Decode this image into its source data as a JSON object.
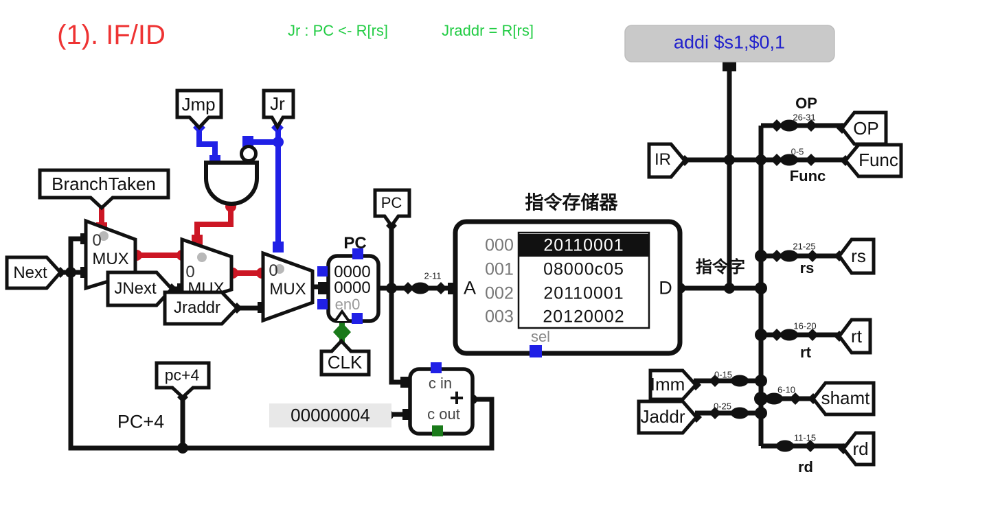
{
  "title": "(1). IF/ID",
  "formulas": {
    "jr": "Jr : PC <- R[rs]",
    "jraddr": "Jraddr = R[rs]"
  },
  "instruction_label": "addi $s1,$0,1",
  "colors": {
    "wire_black": "#111111",
    "wire_red": "#cc1624",
    "wire_blue": "#2020e6",
    "wire_green": "#1a7a1a",
    "title_red": "#ee3333",
    "formula_green": "#22cc44",
    "instruction_blue": "#2222cc",
    "instruction_box_gray": "#c9c9c9",
    "constant_box_gray": "#e8e8e8"
  },
  "pins": {
    "next": "Next",
    "jnext": "JNext",
    "jraddr": "Jraddr",
    "branch_taken": "BranchTaken",
    "jmp": "Jmp",
    "jr": "Jr",
    "pc": "PC",
    "clk": "CLK",
    "pc4": "pc+4",
    "ir": "IR",
    "op": "OP",
    "func": "Func",
    "rs": "rs",
    "rt": "rt",
    "shamt": "shamt",
    "rd": "rd",
    "imm": "Imm",
    "jaddr": "Jaddr"
  },
  "muxes": {
    "zero": "0",
    "label": "MUX"
  },
  "pc_register": {
    "caption": "PC",
    "line1": "0000",
    "line2": "0000",
    "enable": "en0"
  },
  "adder": {
    "cin": "c in",
    "cout": "c out",
    "plus": "+",
    "constant": "00000004"
  },
  "memory": {
    "title": "指令存储器",
    "port_a": "A",
    "port_d": "D",
    "sel": "sel",
    "rows": [
      {
        "addr": "000",
        "value": "20110001"
      },
      {
        "addr": "001",
        "value": "08000c05"
      },
      {
        "addr": "002",
        "value": "20110001"
      },
      {
        "addr": "003",
        "value": "20120002"
      }
    ]
  },
  "bus": {
    "instruction_word": "指令字",
    "pc_plus4": "PC+4",
    "op_bold": "OP",
    "func_bold": "Func",
    "rs_bold": "rs",
    "rt_bold": "rt",
    "rd_bold": "rd"
  },
  "bit_ranges": {
    "op": "26-31",
    "func": "0-5",
    "rs": "21-25",
    "rt": "16-20",
    "imm": "0-15",
    "shamt": "6-10",
    "jaddr": "0-25",
    "rd": "11-15",
    "pc_addr": "2-11"
  }
}
